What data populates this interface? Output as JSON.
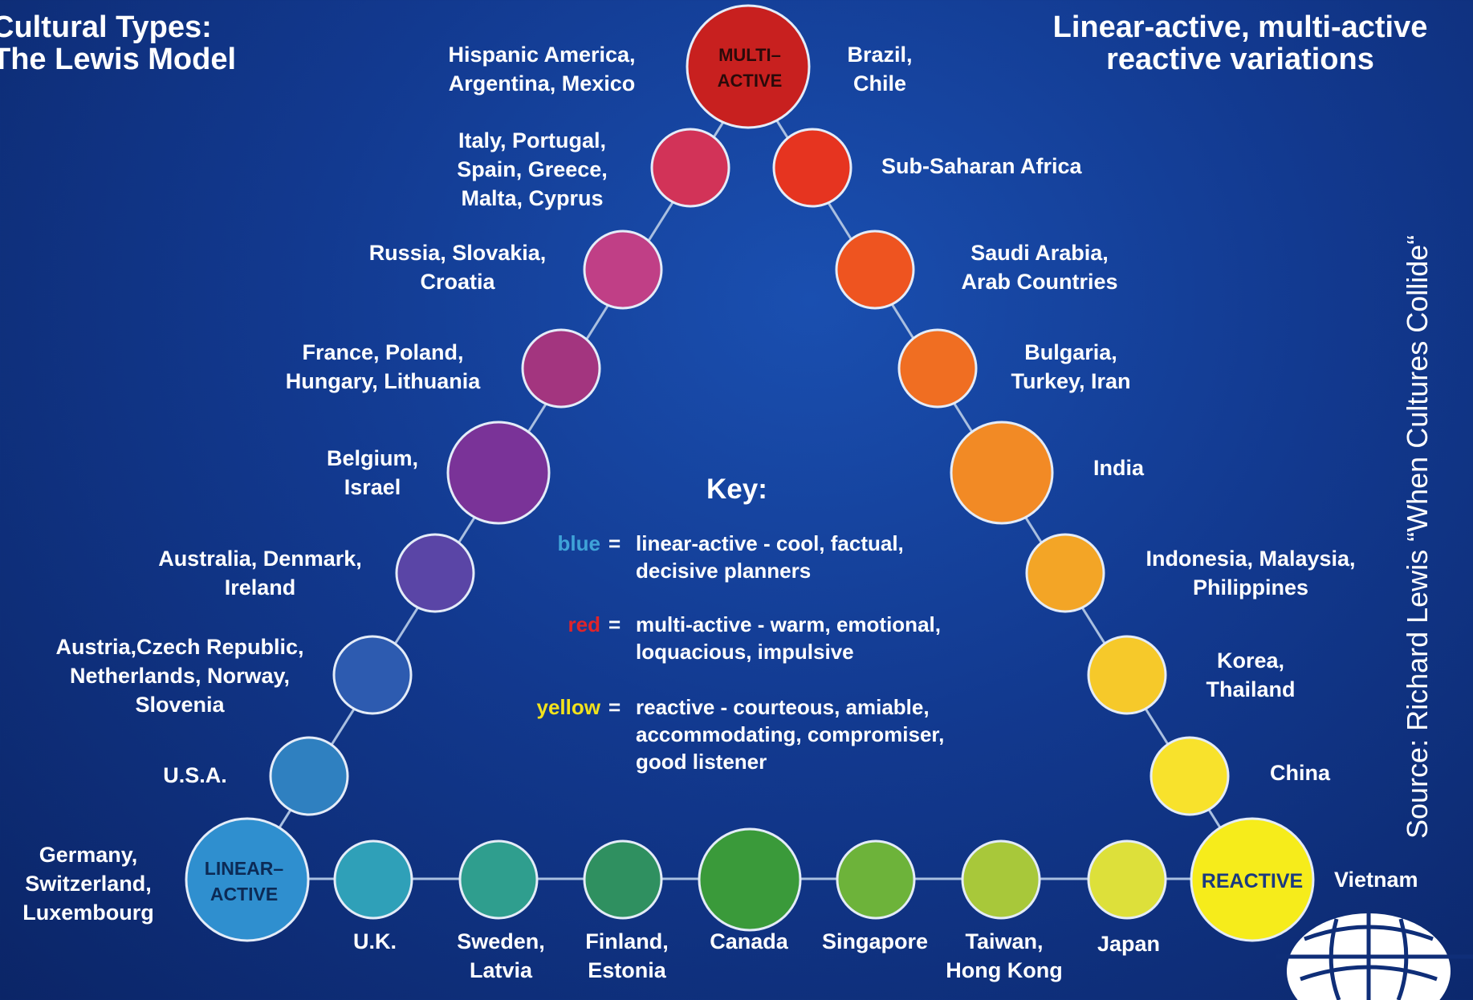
{
  "title_left": [
    "Cultural Types:",
    "The Lewis Model"
  ],
  "title_right": [
    "Linear-active, multi-active",
    "reactive variations"
  ],
  "source": "Source: Richard Lewis “When Cultures Collide“",
  "vertices": {
    "multi_active": "MULTI–\nACTIVE",
    "linear_active": "LINEAR–\nACTIVE",
    "reactive": "REACTIVE"
  },
  "labels": {
    "hispanic": "Hispanic America,\nArgentina, Mexico",
    "brazil": "Brazil,\nChile",
    "italy": "Italy, Portugal,\nSpain, Greece,\nMalta, Cyprus",
    "subsaharan": "Sub-Saharan Africa",
    "russia": "Russia, Slovakia,\nCroatia",
    "saudi": "Saudi Arabia,\nArab Countries",
    "france": "France, Poland,\nHungary, Lithuania",
    "bulgaria": "Bulgaria,\nTurkey, Iran",
    "belgium": "Belgium,\nIsrael",
    "india": "India",
    "australia": "Australia, Denmark,\nIreland",
    "indonesia": "Indonesia, Malaysia,\nPhilippines",
    "austria": "Austria,Czech Republic,\nNetherlands, Norway,\nSlovenia",
    "korea": "Korea,\nThailand",
    "usa": "U.S.A.",
    "china": "China",
    "germany": "Germany,\nSwitzerland,\nLuxembourg",
    "vietnam": "Vietnam",
    "uk": "U.K.",
    "sweden": "Sweden,\nLatvia",
    "finland": "Finland,\nEstonia",
    "canada": "Canada",
    "singapore": "Singapore",
    "taiwan": "Taiwan,\nHong Kong",
    "japan": "Japan"
  },
  "key": {
    "title": "Key:",
    "blue_word": "blue",
    "blue_desc": "linear-active - cool, factual,\ndecisive planners",
    "red_word": "red",
    "red_desc": "multi-active - warm, emotional,\nloquacious, impulsive",
    "yellow_word": "yellow",
    "yellow_desc": "reactive - courteous, amiable,\naccommodating, compromiser,\ngood listener",
    "equals": "="
  },
  "colors": {
    "blue_key": "#3fa3d8",
    "red_key": "#e0242a",
    "yellow_key": "#f2e21c",
    "line": "#a9bfe0"
  }
}
